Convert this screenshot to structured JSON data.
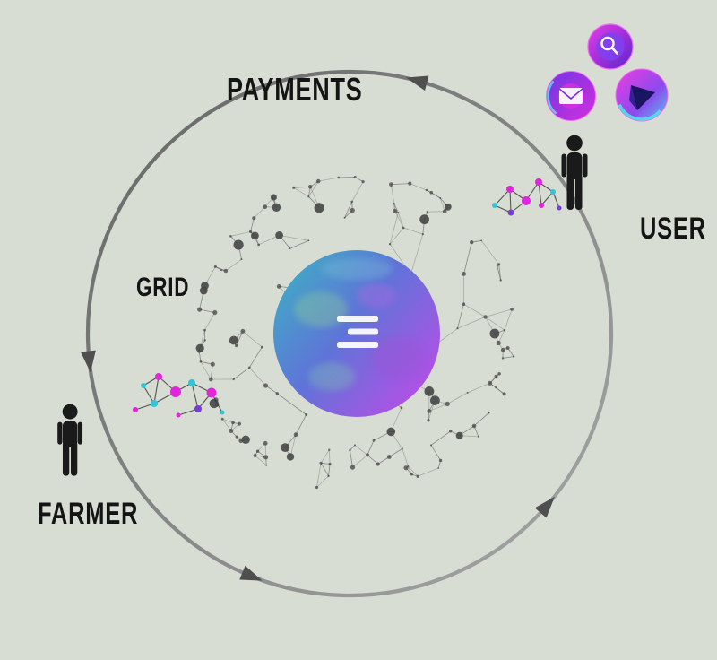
{
  "background": "#d7ddd2",
  "labels": {
    "payments": "PAYMENTS",
    "user": "USER",
    "grid": "GRID",
    "farmer": "FARMER"
  },
  "icons": {
    "apps": [
      "search-icon",
      "mail-icon",
      "media-icon"
    ],
    "figures": [
      "user-person-icon",
      "farmer-person-icon"
    ],
    "center": "threefold-globe-logo"
  },
  "colors": {
    "label_text": "#141414",
    "ring_dark": "#646464",
    "ring_light": "#a8a8a8",
    "arrow": "#4f4f4f",
    "mesh_line": "#5a5a5a",
    "mesh_dot": "#464646",
    "node_magenta": "#e224dd",
    "node_cyan": "#2fc7d8",
    "node_purple": "#7a3bd9",
    "cluster_edge": "#3d3d3d",
    "globe_teal": "#3db0c4",
    "globe_blue": "#5f74d8",
    "globe_magenta": "#c24ae8",
    "icon_magenta": "#e43ae8",
    "icon_purple": "#5b22cc",
    "icon_cyan": "#4fe3ea",
    "person": "#1a1a1a"
  }
}
